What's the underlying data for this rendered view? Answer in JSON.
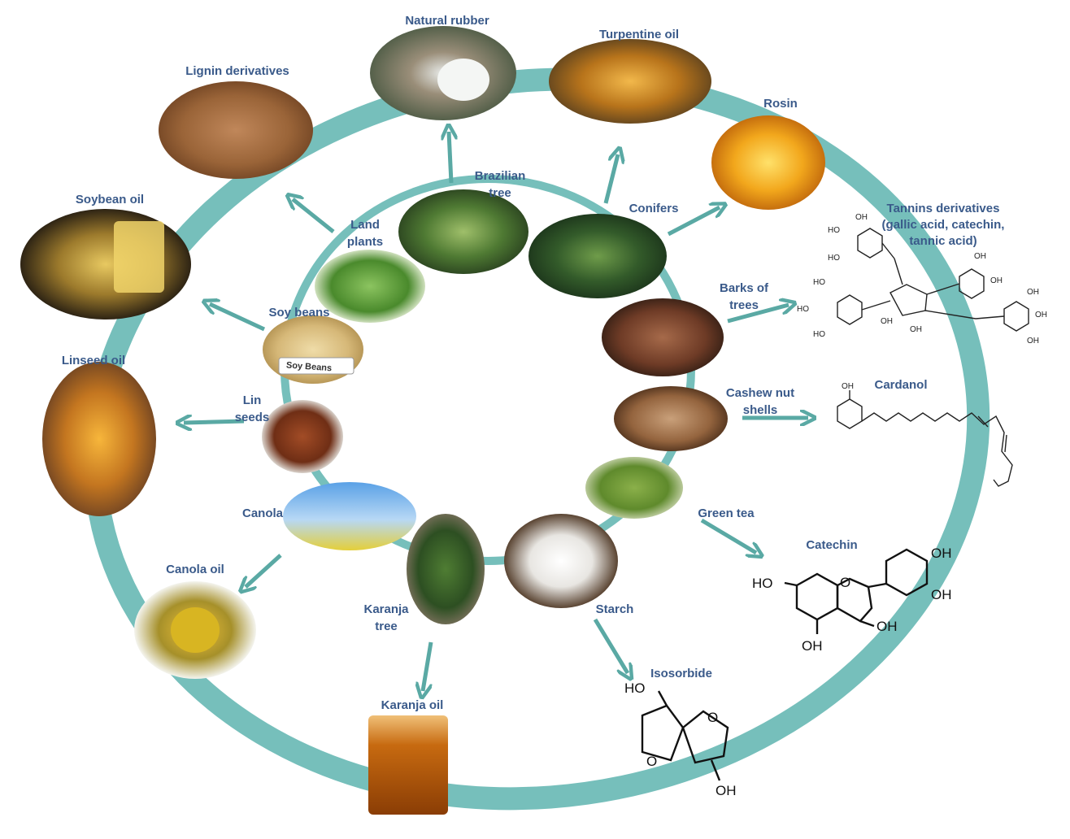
{
  "colors": {
    "ring": "#76bfbb",
    "arrow": "#5aa9a4",
    "label": "#3a5a8a"
  },
  "outer": {
    "natural_rubber": "Natural rubber",
    "turpentine_oil": "Turpentine oil",
    "rosin": "Rosin",
    "lignin_derivatives": "Lignin derivatives",
    "soybean_oil": "Soybean oil",
    "linseed_oil": "Linseed oil",
    "canola_oil": "Canola oil",
    "karanja_oil": "Karanja oil",
    "isosorbide": "Isosorbide",
    "catechin": "Catechin",
    "cardanol": "Cardanol",
    "tannins_line1": "Tannins derivatives",
    "tannins_line2": "(gallic acid, catechin,",
    "tannins_line3": "tannic acid)"
  },
  "inner": {
    "brazilian_line1": "Brazilian",
    "brazilian_line2": "tree",
    "conifers": "Conifers",
    "land_line1": "Land",
    "land_line2": "plants",
    "soy_beans": "Soy beans",
    "soy_beans_tag": "Soy Beans",
    "lin_line1": "Lin",
    "lin_line2": "seeds",
    "canola": "Canola",
    "karanja_line1": "Karanja",
    "karanja_line2": "tree",
    "starch": "Starch",
    "green_tea": "Green tea",
    "cashew_line1": "Cashew nut",
    "cashew_line2": "shells",
    "barks_line1": "Barks of",
    "barks_line2": "trees"
  },
  "chem": {
    "oh": "OH",
    "ho": "HO",
    "o": "O"
  }
}
